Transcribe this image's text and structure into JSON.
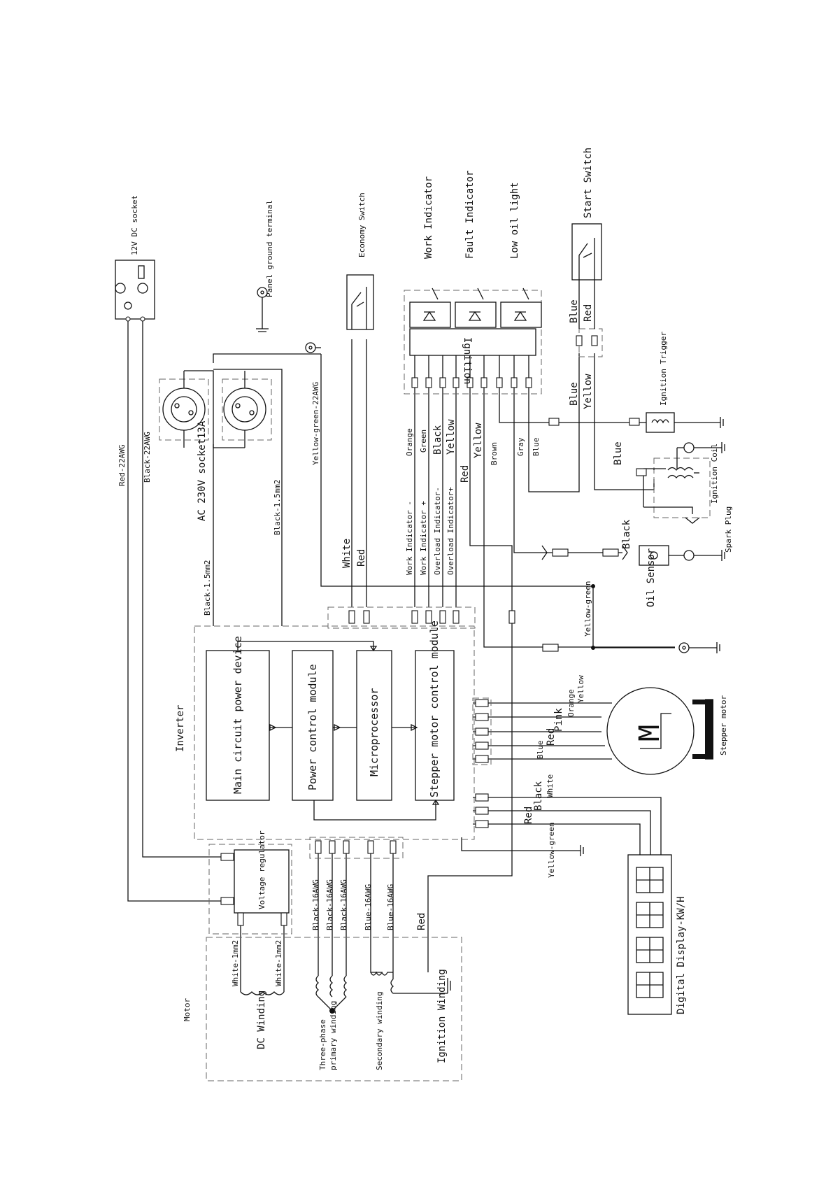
{
  "labels": {
    "dc_socket": "12V DC socket",
    "panel_ground": "Panel ground terminal",
    "economy_switch": "Economy Switch",
    "work_indicator": "Work Indicator",
    "fault_indicator": "Fault Indicator",
    "low_oil_light": "Low oil light",
    "start_switch": "Start Switch",
    "ignition": "Ignition",
    "ignition_trigger": "Ignition Trigger",
    "ignition_coil": "Ignition Coil",
    "spark_plug": "Spark Plug",
    "oil_sensor": "Oil Sensor",
    "ac_socket": "AC 230V socket13A",
    "inverter": "Inverter",
    "main_circuit": "Main circuit power device",
    "power_control": "Power control module",
    "microprocessor": "Microprocessor",
    "stepper_control": "Stepper motor control module",
    "stepper_motor": "Stepper motor",
    "motor_symbol": "M",
    "digital_display": "Digital Display-KW/H",
    "voltage_regulator": "Voltage regulator",
    "motor": "Motor",
    "dc_winding": "DC Winding",
    "three_phase": "Three-phase",
    "primary_winding": "primary winding",
    "secondary_winding": "Secondary winding",
    "ignition_winding": "Ignition Winding"
  },
  "wires": {
    "red_22awg": "Red-22AWG",
    "black_22awg": "Black-22AWG",
    "yellow_green_22awg": "Yellow-green-22AWG",
    "black_15_a": "Black-1.5mm2",
    "black_15_b": "Black-1.5mm2",
    "white": "White",
    "red": "Red",
    "work_ind_minus": "Work Indicator -",
    "work_ind_plus": "Work Indicator +",
    "overload_minus": "Overload Indicator-",
    "overload_plus": "Overload Indicator+",
    "orange": "Orange",
    "green": "Green",
    "black": "Black",
    "yellow": "Yellow",
    "red2": "Red",
    "yellow2": "Yellow",
    "brown": "Brown",
    "gray": "Gray",
    "blue": "Blue",
    "sw_blue": "Blue",
    "sw_red": "Red",
    "trig_blue": "Blue",
    "trig_yellow": "Yellow",
    "coil_blue": "Blue",
    "oil_black": "Black",
    "yellow_green": "Yellow-green",
    "step_yellow": "Yellow",
    "step_orange": "Orange",
    "step_pink": "Pink",
    "step_red": "Red",
    "step_blue": "Blue",
    "disp_white": "White",
    "disp_black": "Black",
    "disp_red": "Red",
    "yellow_green_bottom": "Yellow-green",
    "black_16_a": "Black-16AWG",
    "black_16_b": "Black-16AWG",
    "black_16_c": "Black-16AWG",
    "blue_16_a": "Blue-16AWG",
    "blue_16_b": "Blue-16AWG",
    "red_bottom": "Red",
    "white_1mm_a": "White-1mm2",
    "white_1mm_b": "White-1mm2"
  }
}
